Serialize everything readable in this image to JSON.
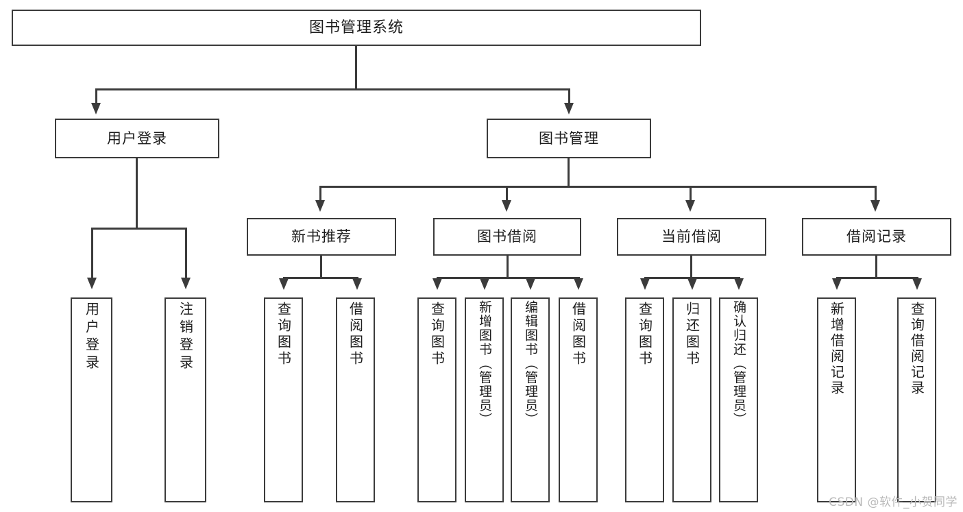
{
  "diagram": {
    "type": "tree",
    "title": "图书管理系统",
    "root": {
      "label": "图书管理系统"
    },
    "level2": [
      {
        "label": "用户登录"
      },
      {
        "label": "图书管理"
      }
    ],
    "level3": [
      {
        "label": "新书推荐"
      },
      {
        "label": "图书借阅"
      },
      {
        "label": "当前借阅"
      },
      {
        "label": "借阅记录"
      }
    ],
    "leaves": {
      "user_login": [
        {
          "label": "用户登录"
        },
        {
          "label": "注销登录"
        }
      ],
      "new_book": [
        {
          "label": "查询图书"
        },
        {
          "label": "借阅图书"
        }
      ],
      "borrow_book": [
        {
          "label": "查询图书"
        },
        {
          "label": "新增图书（管理员）"
        },
        {
          "label": "编辑图书（管理员）"
        },
        {
          "label": "借阅图书"
        }
      ],
      "current_borrow": [
        {
          "label": "查询图书"
        },
        {
          "label": "归还图书"
        },
        {
          "label": "确认归还（管理员）"
        }
      ],
      "borrow_record": [
        {
          "label": "新增借阅记录"
        },
        {
          "label": "查询借阅记录"
        }
      ]
    }
  },
  "watermark": {
    "text": "CSDN @软件_小贺同学"
  },
  "colors": {
    "stroke": "#3b3b3b",
    "background": "#ffffff",
    "text": "#1d1d1d",
    "watermark": "#b9b9b9"
  }
}
